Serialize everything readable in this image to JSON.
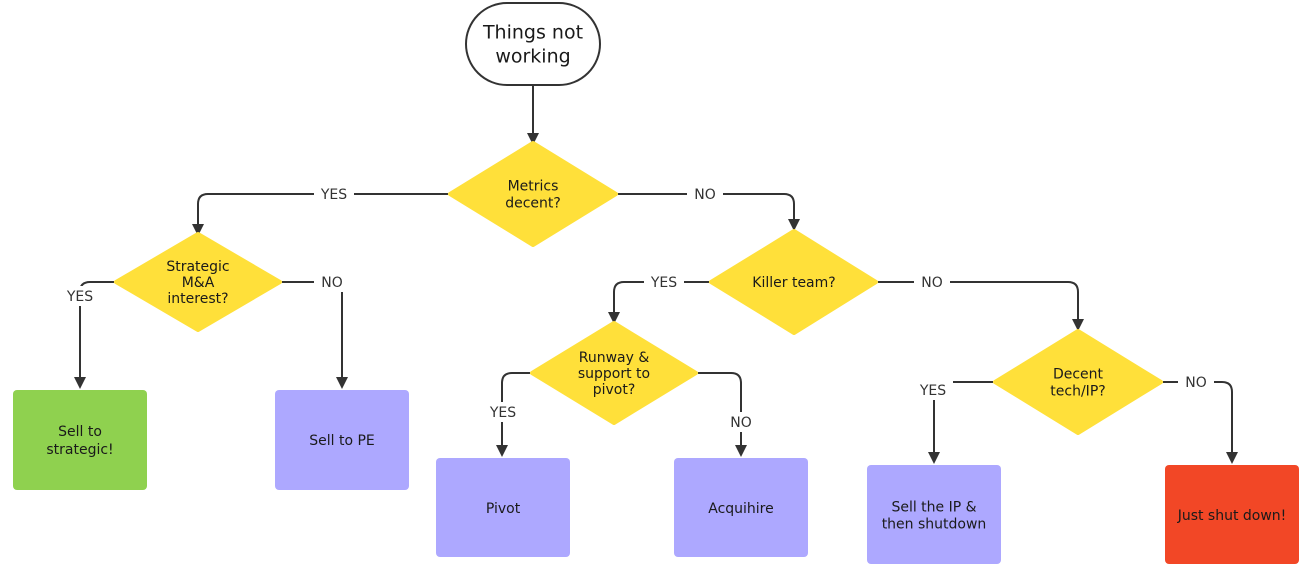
{
  "colors": {
    "diamond": "#FFE03A",
    "green": "#8FD14F",
    "purple": "#ADA8FF",
    "red": "#F24726",
    "stroke": "#333333",
    "start_fill": "#FFFFFF"
  },
  "start": {
    "lines": [
      "Things not",
      "working"
    ]
  },
  "decisions": {
    "metrics": {
      "lines": [
        "Metrics",
        "decent?"
      ]
    },
    "strategic": {
      "lines": [
        "Strategic",
        "M&A",
        "interest?"
      ]
    },
    "killer": {
      "lines": [
        "Killer team?"
      ]
    },
    "runway": {
      "lines": [
        "Runway &",
        "support to",
        "pivot?"
      ]
    },
    "tech": {
      "lines": [
        "Decent",
        "tech/IP?"
      ]
    }
  },
  "outcomes": {
    "sell_strategic": {
      "lines": [
        "Sell to",
        "strategic!"
      ]
    },
    "sell_pe": {
      "lines": [
        "Sell to PE"
      ]
    },
    "pivot": {
      "lines": [
        "Pivot"
      ]
    },
    "acquihire": {
      "lines": [
        "Acquihire"
      ]
    },
    "sell_ip": {
      "lines": [
        "Sell the IP &",
        "then shutdown"
      ]
    },
    "shut_down": {
      "lines": [
        "Just shut down!"
      ]
    }
  },
  "labels": {
    "metrics_yes": "YES",
    "metrics_no": "NO",
    "strategic_yes": "YES",
    "strategic_no": "NO",
    "killer_yes": "YES",
    "killer_no": "NO",
    "runway_yes": "YES",
    "runway_no": "NO",
    "tech_yes": "YES",
    "tech_no": "NO"
  }
}
